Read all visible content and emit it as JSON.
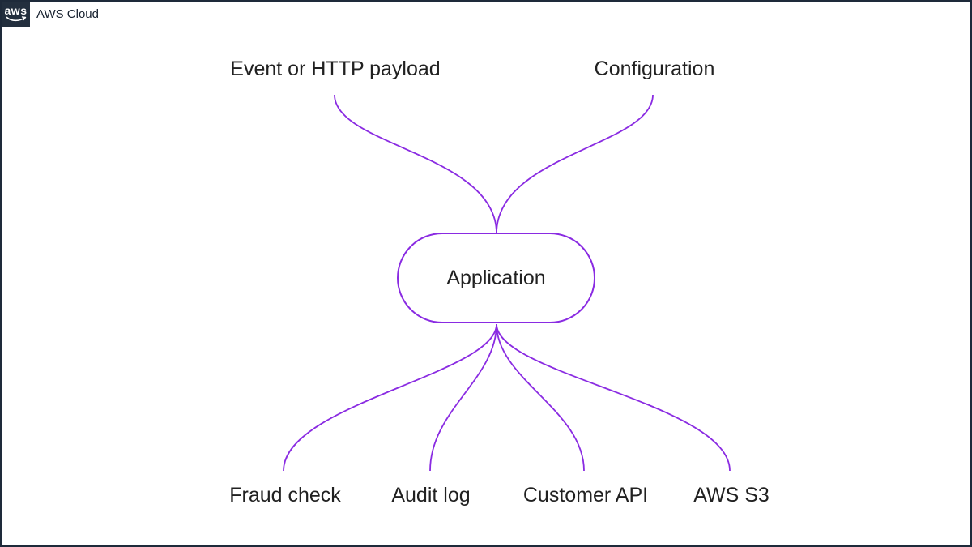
{
  "header": {
    "logo_text": "aws",
    "label": "AWS Cloud"
  },
  "diagram": {
    "inputs": [
      {
        "label": "Event or HTTP payload"
      },
      {
        "label": "Configuration"
      }
    ],
    "center": {
      "label": "Application"
    },
    "outputs": [
      {
        "label": "Fraud check"
      },
      {
        "label": "Audit log"
      },
      {
        "label": "Customer API"
      },
      {
        "label": "AWS S3"
      }
    ],
    "edges": [
      {
        "from": "Event or HTTP payload",
        "to": "Application"
      },
      {
        "from": "Configuration",
        "to": "Application"
      },
      {
        "from": "Application",
        "to": "Fraud check"
      },
      {
        "from": "Application",
        "to": "Audit log"
      },
      {
        "from": "Application",
        "to": "Customer API"
      },
      {
        "from": "Application",
        "to": "AWS S3"
      }
    ]
  },
  "colors": {
    "edge": "#8A2BE2",
    "frame": "#1E2A3A",
    "logo-bg": "#232F3E",
    "logo-fg": "#FFFFFF",
    "text": "#212121"
  }
}
